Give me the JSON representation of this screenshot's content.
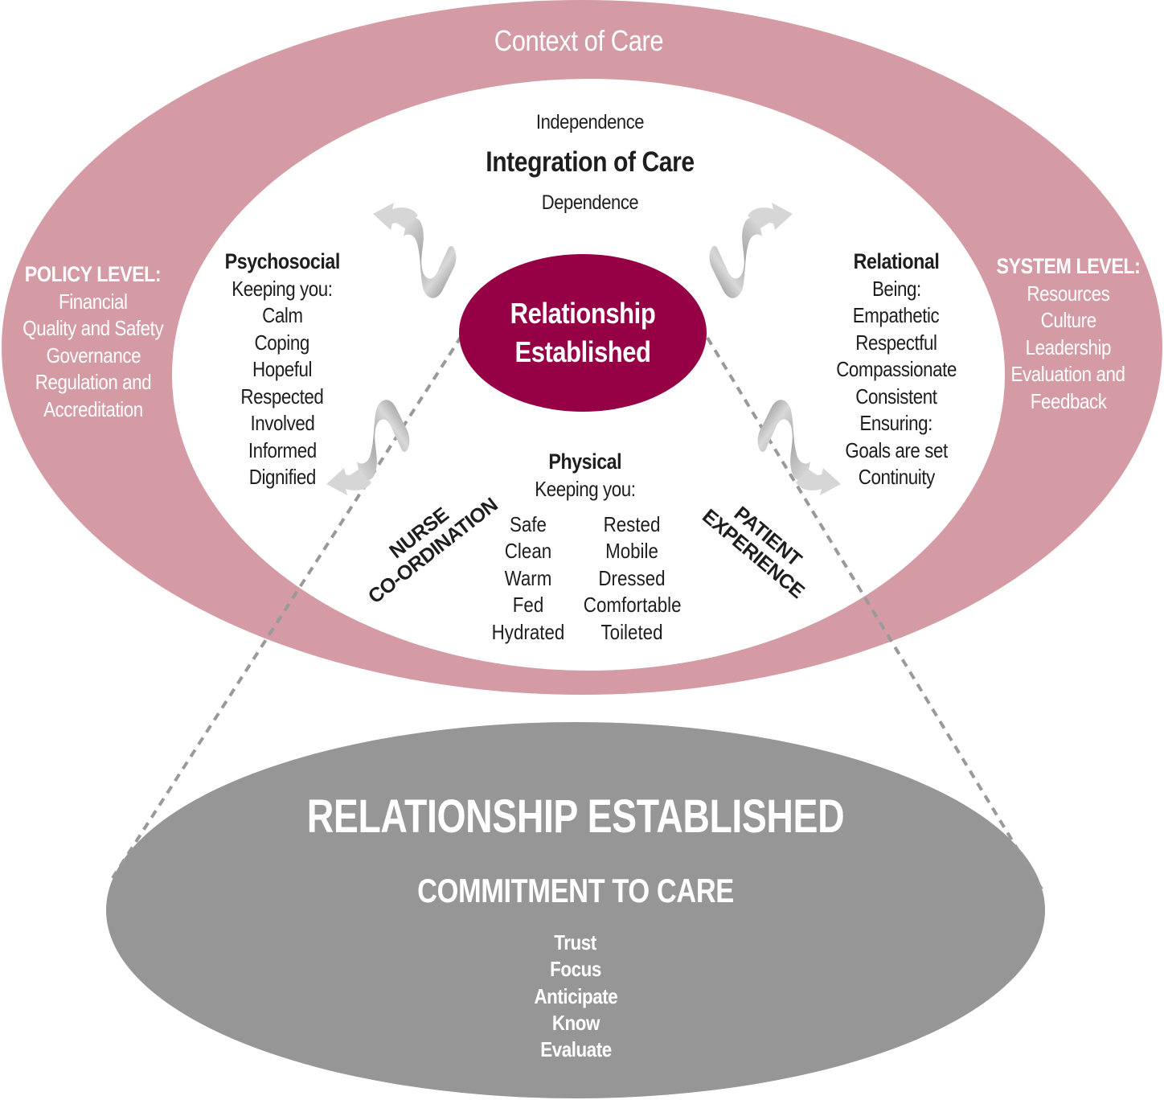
{
  "colors": {
    "context_ring": "#d49ba5",
    "center_ellipse": "#960044",
    "lower_ellipse": "#969696",
    "dashed_line": "#999999",
    "ribbon": "#b8b6b6",
    "text_dark": "#1e1e1e",
    "text_light": "#ffffff"
  },
  "outer_ring": {
    "title": "Context of Care"
  },
  "policy_level": {
    "heading": "POLICY LEVEL:",
    "items": [
      "Financial",
      "Quality and Safety",
      "Governance",
      "Regulation and",
      "Accreditation"
    ]
  },
  "system_level": {
    "heading": "SYSTEM LEVEL:",
    "items": [
      "Resources",
      "Culture",
      "Leadership",
      "Evaluation and",
      "Feedback"
    ]
  },
  "integration": {
    "top_label": "Independence",
    "title": "Integration of Care",
    "bottom_label": "Dependence"
  },
  "psychosocial": {
    "heading": "Psychosocial",
    "subheading": "Keeping you:",
    "items": [
      "Calm",
      "Coping",
      "Hopeful",
      "Respected",
      "Involved",
      "Informed",
      "Dignified"
    ]
  },
  "relational": {
    "heading": "Relational",
    "subheading": "Being:",
    "items": [
      "Empathetic",
      "Respectful",
      "Compassionate",
      "Consistent"
    ],
    "subheading2": "Ensuring:",
    "items2": [
      "Goals are set",
      "Continuity"
    ]
  },
  "center": {
    "line1": "Relationship",
    "line2": "Established"
  },
  "physical": {
    "heading": "Physical",
    "subheading": "Keeping you:",
    "left_items": [
      "Safe",
      "Clean",
      "Warm",
      "Fed",
      "Hydrated"
    ],
    "right_items": [
      "Rested",
      "Mobile",
      "Dressed",
      "Comfortable",
      "Toileted"
    ]
  },
  "nurse_coordination": {
    "line1": "NURSE",
    "line2": "CO-ORDINATION"
  },
  "patient_experience": {
    "line1": "PATIENT",
    "line2": "EXPERIENCE"
  },
  "ribbon_icons": [
    "twisted-ribbon-arrow-icon",
    "twisted-ribbon-arrow-icon",
    "twisted-ribbon-arrow-icon",
    "twisted-ribbon-arrow-icon"
  ],
  "lower": {
    "title": "RELATIONSHIP ESTABLISHED",
    "subtitle": "COMMITMENT TO CARE",
    "items": [
      "Trust",
      "Focus",
      "Anticipate",
      "Know",
      "Evaluate"
    ]
  }
}
